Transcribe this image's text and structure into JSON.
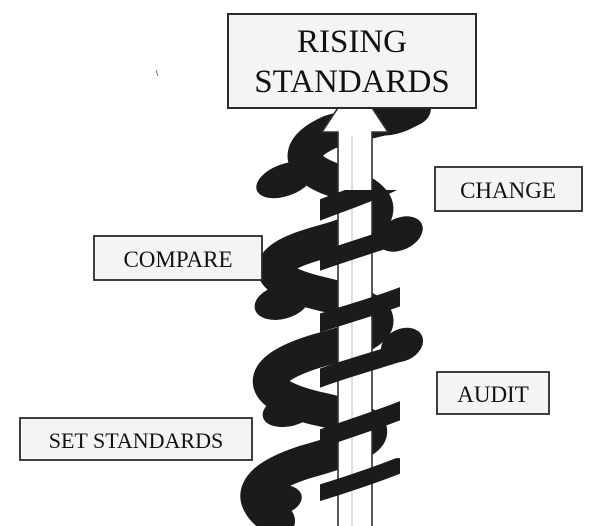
{
  "diagram": {
    "title_box": {
      "lines": [
        "RISING",
        "STANDARDS"
      ]
    },
    "labels": {
      "change": "CHANGE",
      "compare": "COMPARE",
      "audit": "AUDIT",
      "set_standards": "SET STANDARDS"
    },
    "colors": {
      "spiral": "#1b1b1b",
      "box_fill": "#f4f4f4",
      "box_stroke": "#2a2a2a",
      "arrow_fill": "#ffffff",
      "text": "#111111"
    }
  }
}
